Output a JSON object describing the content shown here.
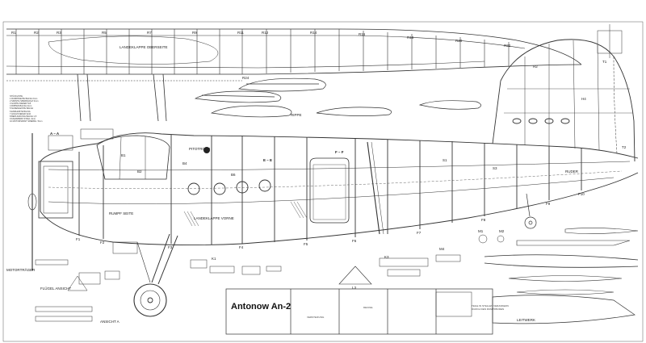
{
  "title_block": {
    "title": "Antonow An-2"
  },
  "labels": {
    "section_aa": "A – A",
    "section_ee": "E – E",
    "section_ff": "F – F",
    "flap_top": "LANDEKLAPPE OBERSEITE",
    "flap_front": "LANDEKLAPPE VORNE",
    "pitot": "PITOTROHR",
    "rudder": "RUDER",
    "wing_view": "FLÜGEL ANSICHT",
    "wheel_view": "ANSICHT A",
    "engine_mount": "MOTORTRÄGER",
    "fuselage_side": "RUMPF SEITE",
    "tail": "LEITWERK",
    "wing_rib": "RIPPE",
    "rib_r1": "R1",
    "rib_r2": "R2",
    "rib_r3": "R3",
    "rib_r5": "R5",
    "rib_r7": "R7",
    "rib_r9": "R9",
    "rib_r11": "R11",
    "rib_r12": "R12",
    "rib_r14": "R14",
    "rib_r16": "R16",
    "rib_r18": "R18",
    "rib_r20": "R20",
    "rib_r22": "R22",
    "rib_r24": "R24",
    "frame_f1": "F1",
    "frame_f2": "F2",
    "frame_f3": "F3",
    "frame_f4": "F4",
    "frame_f5": "F5",
    "frame_f6": "F6",
    "frame_f7": "F7",
    "frame_f8": "F8",
    "frame_f9": "F9",
    "frame_f10": "F10",
    "part_b1": "B1",
    "part_b2": "B2",
    "part_b4": "B4",
    "part_b6": "B6",
    "part_s1": "S1",
    "part_s3": "S3",
    "part_h2": "H2",
    "part_h4": "H4",
    "part_t1": "T1",
    "part_t2": "T2",
    "part_k1": "K1",
    "part_k3": "K3",
    "part_m1": "M1",
    "part_m2": "M2",
    "part_m4": "M4",
    "part_l3": "L3"
  },
  "legend_lines": [
    "STÜCKLISTE",
    "1  RUMPFSEITE  BALSA 2mm",
    "2  SPANTE  SPERRHOLZ 3mm",
    "3  GURTE  KIEFER 5x5",
    "4  RIPPEN  BALSA 2mm",
    "5  NASENLEISTE  BALSA",
    "6  ENDLEISTE  BALSA",
    "7  HOLM  KIEFER 3x10",
    "8  BEPLANKUNG  BALSA 1,5",
    "9  FAHRWERK  STAHL 4mm",
    "10 MOTORSPANT  SPERRH. 5mm"
  ],
  "fine_print": [
    "TEILE IN STELLEN VERANKERN",
    "DURCH DEN RUMPFBODEN",
    "VERSTEIFUNG",
    "DECKEL"
  ]
}
